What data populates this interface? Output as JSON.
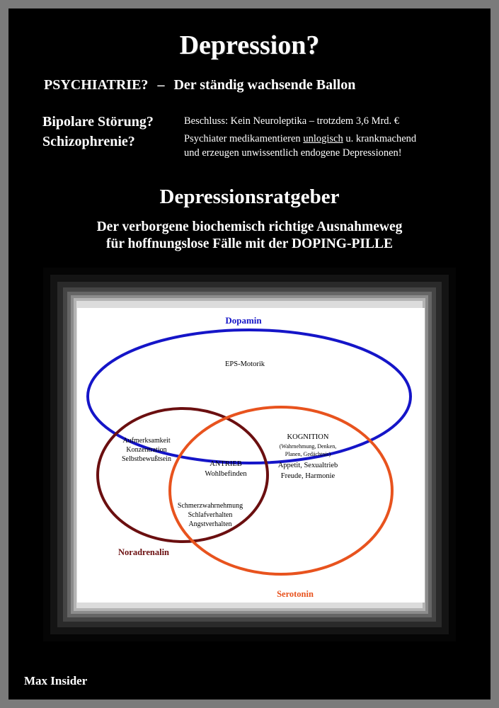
{
  "title": "Depression?",
  "headline": {
    "left": "PSYCHIATRIE?",
    "dash": "–",
    "right": "Der ständig wachsende Ballon"
  },
  "labels": {
    "bipolar": "Bipolare Störung?",
    "schizo": "Schizophrenie?"
  },
  "statements": {
    "line1": "Beschluss: Kein Neuroleptika – trotzdem 3,6 Mrd. €",
    "line2_pre": "Psychiater medikamentieren ",
    "line2_underlined": "unlogisch",
    "line2_post": " u. krankmachend",
    "line3": "und erzeugen unwissentlich endogene Depressionen!"
  },
  "subtitle": "Depressionsratgeber",
  "tagline": {
    "line1": "Der verborgene biochemisch richtige Ausnahmeweg",
    "line2": "für hoffnungslose Fälle mit der DOPING-PILLE"
  },
  "diagram": {
    "dopamine_label": "Dopamin",
    "noradrenaline_label": "Noradrenalin",
    "serotonin_label": "Serotonin",
    "eps": "EPS-Motorik",
    "attention": [
      "Aufmerksamkeit",
      "Konzentration",
      "Selbstbewußtsein"
    ],
    "drive": [
      "ANTRIEB",
      "Wohlbefinden"
    ],
    "cognition_title": "KOGNITION",
    "cognition_detail": [
      "(Wahrnehmung, Denken,",
      "Planen, Gedächtnis)"
    ],
    "cognition_more": [
      "Appetit, Sexualtrieb",
      "Freude, Harmonie"
    ],
    "pain": [
      "Schmerzwahrnehmung",
      "Schlafverhalten",
      "Angstverhalten"
    ],
    "colors": {
      "dopamine": "#1515c8",
      "noradrenaline": "#6b0f10",
      "serotonin": "#e8531e"
    }
  },
  "author": "Max Insider"
}
